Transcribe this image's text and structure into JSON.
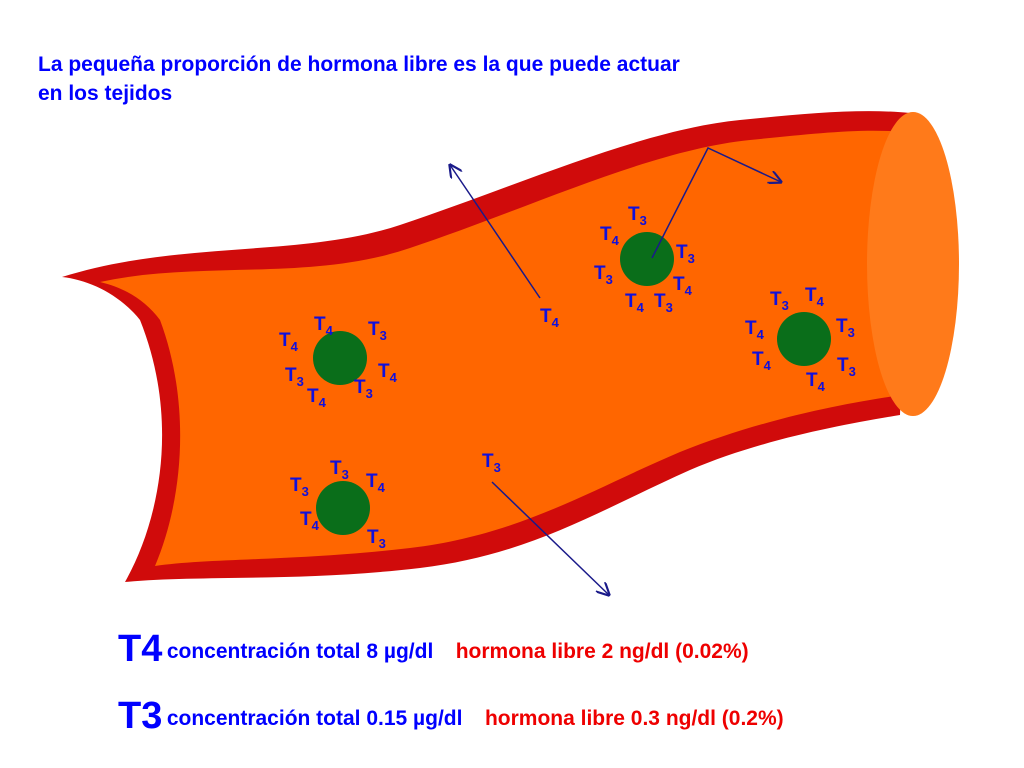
{
  "title": {
    "line1": "La pequeña proporción de hormona libre es la que puede actuar",
    "line2": "en los tejidos"
  },
  "colors": {
    "vessel_wall": "#d00b0b",
    "vessel_lumen": "#ff6600",
    "vessel_opening": "#ff7a1a",
    "binding_protein": "#0a6e1a",
    "hormone_label": "#1010dd",
    "arrow": "#1a1a8a",
    "text_blue": "#0000ff",
    "text_red": "#ee0000"
  },
  "protein_complexes": [
    {
      "id": "complex-upper-right-middle",
      "labels": [
        {
          "base": "T",
          "sub": "3"
        },
        {
          "base": "T",
          "sub": "4"
        },
        {
          "base": "T",
          "sub": "3"
        },
        {
          "base": "T",
          "sub": "3"
        },
        {
          "base": "T",
          "sub": "4"
        },
        {
          "base": "T",
          "sub": "4"
        },
        {
          "base": "T",
          "sub": "3"
        }
      ]
    },
    {
      "id": "complex-right",
      "labels": [
        {
          "base": "T",
          "sub": "3"
        },
        {
          "base": "T",
          "sub": "4"
        },
        {
          "base": "T",
          "sub": "4"
        },
        {
          "base": "T",
          "sub": "3"
        },
        {
          "base": "T",
          "sub": "4"
        },
        {
          "base": "T",
          "sub": "3"
        },
        {
          "base": "T",
          "sub": "4"
        }
      ]
    },
    {
      "id": "complex-left",
      "labels": [
        {
          "base": "T",
          "sub": "4"
        },
        {
          "base": "T",
          "sub": "4"
        },
        {
          "base": "T",
          "sub": "3"
        },
        {
          "base": "T",
          "sub": "3"
        },
        {
          "base": "T",
          "sub": "4"
        },
        {
          "base": "T",
          "sub": "4"
        },
        {
          "base": "T",
          "sub": "3"
        }
      ]
    },
    {
      "id": "complex-bottom-left",
      "labels": [
        {
          "base": "T",
          "sub": "3"
        },
        {
          "base": "T",
          "sub": "3"
        },
        {
          "base": "T",
          "sub": "4"
        },
        {
          "base": "T",
          "sub": "4"
        },
        {
          "base": "T",
          "sub": "3"
        }
      ]
    }
  ],
  "free_hormones": [
    {
      "id": "free-t4",
      "base": "T",
      "sub": "4"
    },
    {
      "id": "free-t3",
      "base": "T",
      "sub": "3"
    }
  ],
  "concentrations": [
    {
      "hormone": "T4",
      "total": "concentración total 8 µg/dl",
      "free": "hormona libre 2 ng/dl (0.02%)"
    },
    {
      "hormone": "T3",
      "total": "concentración total 0.15 µg/dl",
      "free": "hormona libre 0.3 ng/dl (0.2%)"
    }
  ]
}
